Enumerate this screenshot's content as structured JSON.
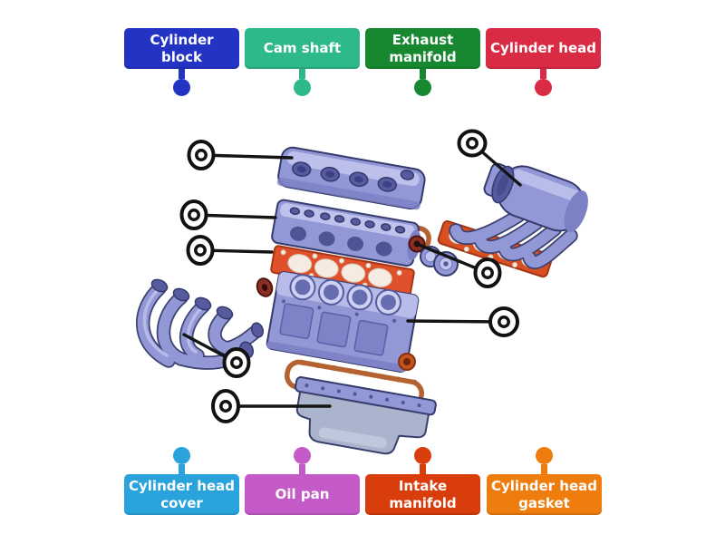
{
  "page": {
    "background": "#ffffff"
  },
  "labels": {
    "top": [
      {
        "label": "Cylinder block",
        "color": "#2334c4"
      },
      {
        "label": "Cam shaft",
        "color": "#2eb98b"
      },
      {
        "label": "Exhaust manifold",
        "color": "#17882f"
      },
      {
        "label": "Cylinder head",
        "color": "#da2b45"
      }
    ],
    "bottom": [
      {
        "label": "Cylinder head cover",
        "color": "#2aa3dc"
      },
      {
        "label": "Oil pan",
        "color": "#c45ac8"
      },
      {
        "label": "Intake manifold",
        "color": "#d93d0c"
      },
      {
        "label": "Cylinder head gasket",
        "color": "#ee7d0e"
      }
    ]
  },
  "diagram": {
    "subject": "exploded view of a four-cylinder engine",
    "target_count": 8,
    "marker_colors": {
      "ring": "#111111",
      "fill": "#ffffff"
    },
    "art_colors": {
      "part_blue": "#9298d6",
      "gasket_rope_orange": "#b4622f",
      "head_gasket_orange": "#e0502a",
      "seal_red": "#8c2e24",
      "pan_grey_blue": "#aab4cd"
    }
  }
}
